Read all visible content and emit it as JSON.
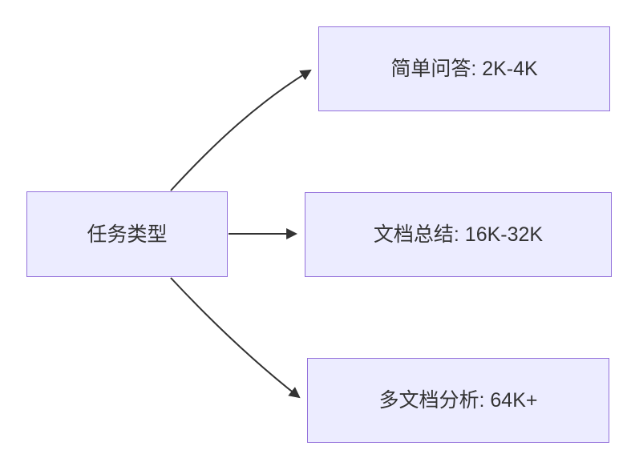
{
  "diagram": {
    "type": "flowchart",
    "direction": "left-to-right",
    "nodes": [
      {
        "id": "root",
        "label": "任务类型"
      },
      {
        "id": "qa",
        "label": "简单问答: 2K-4K"
      },
      {
        "id": "summary",
        "label": "文档总结: 16K-32K"
      },
      {
        "id": "multi",
        "label": "多文档分析: 64K+"
      }
    ],
    "edges": [
      {
        "from": "root",
        "to": "qa"
      },
      {
        "from": "root",
        "to": "summary"
      },
      {
        "from": "root",
        "to": "multi"
      }
    ],
    "colors": {
      "node_fill": "#ECECFF",
      "node_border": "#9370DB",
      "edge_stroke": "#333333",
      "text": "#333333",
      "background": "#ffffff"
    }
  }
}
